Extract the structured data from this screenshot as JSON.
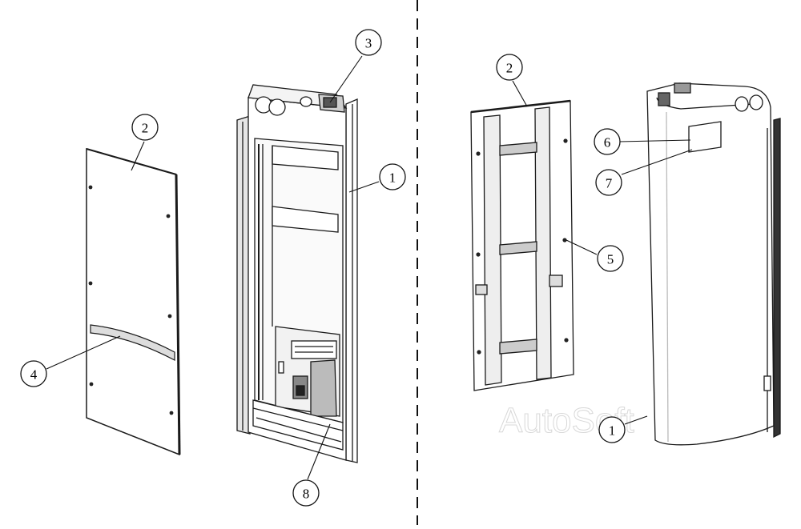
{
  "diagram": {
    "callouts_left": [
      {
        "id": "c2-left",
        "label": "2"
      },
      {
        "id": "c3",
        "label": "3"
      },
      {
        "id": "c1-left",
        "label": "1"
      },
      {
        "id": "c4",
        "label": "4"
      },
      {
        "id": "c8",
        "label": "8"
      }
    ],
    "callouts_right": [
      {
        "id": "c2-right",
        "label": "2"
      },
      {
        "id": "c6",
        "label": "6"
      },
      {
        "id": "c7",
        "label": "7"
      },
      {
        "id": "c5",
        "label": "5"
      },
      {
        "id": "c1-right",
        "label": "1"
      }
    ],
    "watermark": "AutoSoft",
    "colors": {
      "line": "#1a1a1a",
      "panel": "#ffffff",
      "shade": "#e6e6e6",
      "dark": "#333333"
    }
  }
}
